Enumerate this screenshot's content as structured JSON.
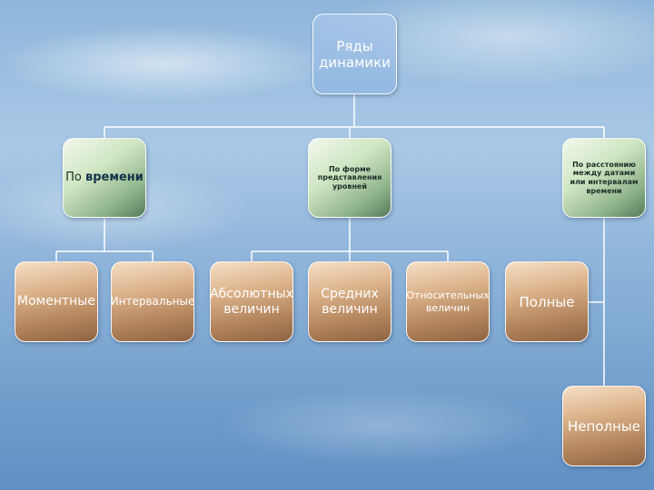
{
  "root": {
    "label": "Ряды\nдинамики"
  },
  "categories": {
    "by_time": {
      "prefix": "По ",
      "emph": "времени"
    },
    "by_form": {
      "label": "По форме\nпредставления\nуровней"
    },
    "by_distance": {
      "label": "По расстоянию\nмежду датами\nили интервалам\nвремени"
    }
  },
  "leaves": {
    "momentary": "Моментные",
    "interval": "Интервальные",
    "absolute": "Абсолютных\nвеличин",
    "average": "Средних\nвеличин",
    "relative": "Относительных\nвеличин",
    "complete": "Полные",
    "incomplete": "Неполные"
  }
}
